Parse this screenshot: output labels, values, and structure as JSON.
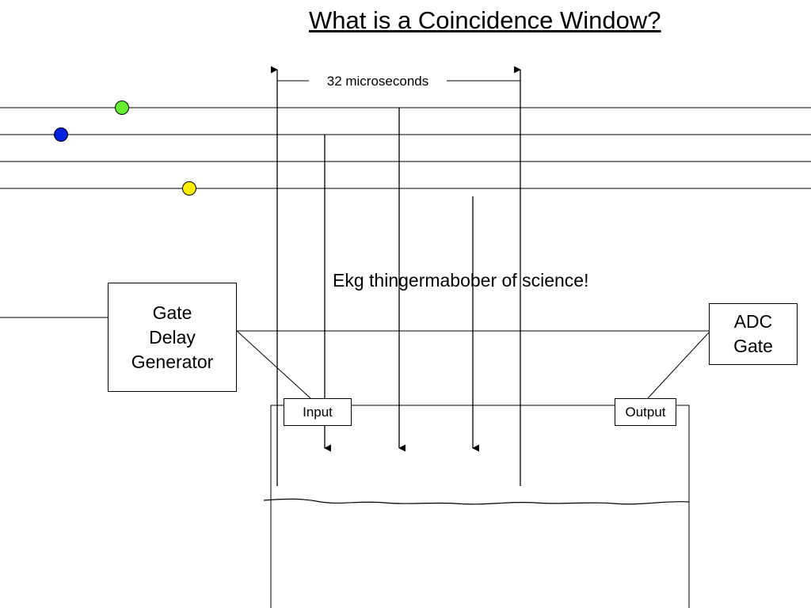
{
  "title": "What is a Coincidence Window?",
  "window_label": "32 microseconds",
  "caption": "Ekg thingermabober of science!",
  "boxes": {
    "gate_delay_generator": "Gate\nDelay\nGenerator",
    "adc_gate": "ADC\nGate",
    "input": "Input",
    "output": "Output"
  },
  "markers": [
    {
      "name": "green-marker",
      "color": "#66ee33"
    },
    {
      "name": "blue-marker",
      "color": "#0022dd"
    },
    {
      "name": "yellow-marker",
      "color": "#ffee00"
    }
  ]
}
